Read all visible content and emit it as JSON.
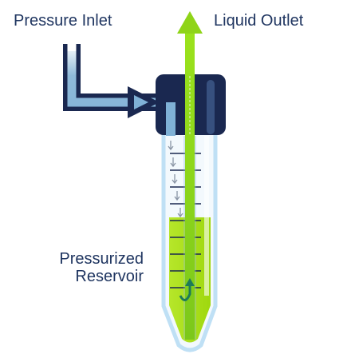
{
  "labels": {
    "pressure_inlet": "Pressure Inlet",
    "liquid_outlet": "Liquid Outlet",
    "reservoir_line1": "Pressurized",
    "reservoir_line2": "Reservoir"
  },
  "colors": {
    "text": "#1f3560",
    "cap": "#1a2850",
    "inlet_tube": "#7fb1d6",
    "liquid": "#a8de16",
    "outlet_arrow": "#8fd418",
    "tube_outline": "#bfe0f5",
    "return_arrow": "#1d7a5a"
  },
  "icons": [
    "pressure-arrow-icon",
    "outlet-arrow-icon",
    "flow-arrow-icon",
    "swirl-arrow-icon"
  ]
}
